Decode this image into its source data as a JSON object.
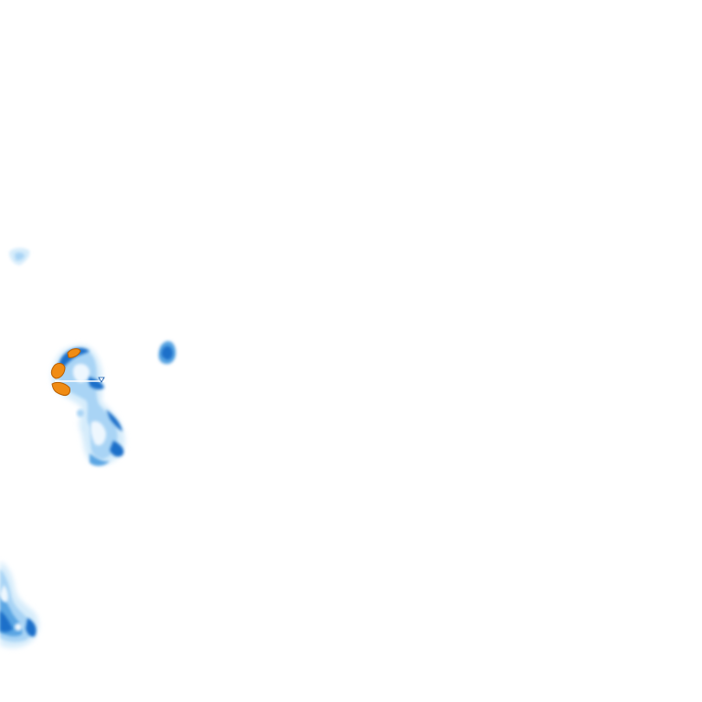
{
  "map": {
    "background": "#ffffff",
    "palette": {
      "very_light": "#d6ecfb",
      "light": "#a9d4f5",
      "medium": "#5ba6e3",
      "dark": "#1b6fc9",
      "darkest": "#0d55aa",
      "heavy": "#f08c14",
      "heavy_outline": "#b85e00"
    },
    "layers": [
      {
        "name": "radar-light-precip",
        "intensity": "light"
      },
      {
        "name": "radar-moderate-precip",
        "intensity": "moderate"
      },
      {
        "name": "radar-heavy-precip",
        "intensity": "heavy"
      }
    ]
  }
}
